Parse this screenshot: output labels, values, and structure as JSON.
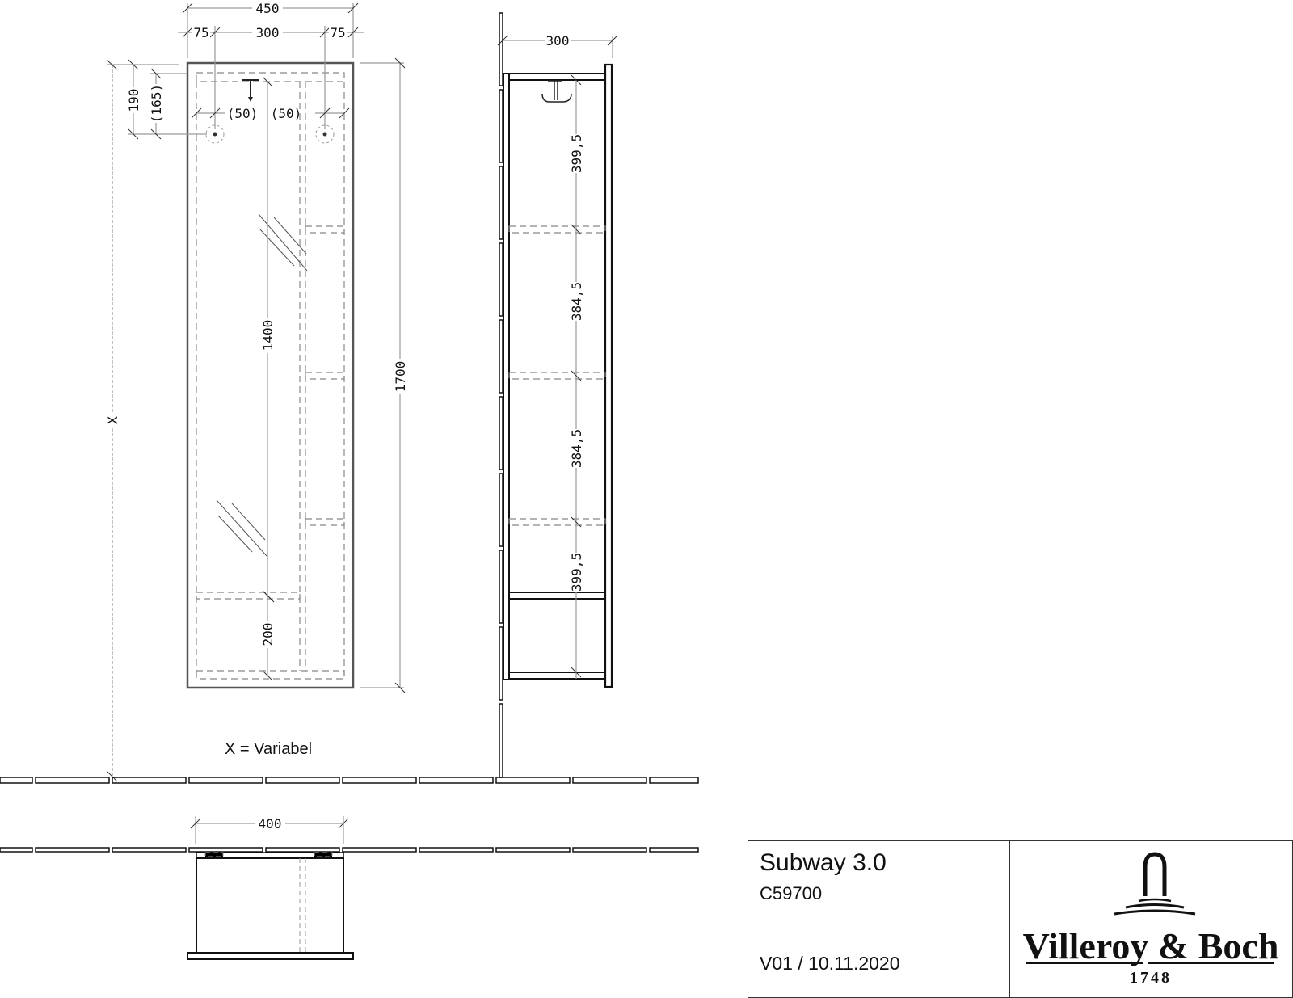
{
  "front_view": {
    "overall_width": "450",
    "side_margin_left": "75",
    "hole_spacing": "300",
    "side_margin_right": "75",
    "hole_offset_left": "(50)",
    "hole_offset_right": "(50)",
    "top_to_hole": "190",
    "top_to_hole_alt": "(165)",
    "door_height": "1400",
    "bottom_section": "200",
    "overall_height": "1700",
    "mount_height_label": "X"
  },
  "side_view": {
    "depth": "300",
    "shelf_spacings": [
      "399,5",
      "384,5",
      "384,5",
      "399,5"
    ]
  },
  "top_view": {
    "width": "400"
  },
  "note": "X = Variabel",
  "title_block": {
    "product_name": "Subway 3.0",
    "product_code": "C59700",
    "version_date": "V01 / 10.11.2020",
    "brand_name": "Villeroy & Boch",
    "brand_year": "1748"
  },
  "colors": {
    "line": "#111111",
    "dimension_line": "#9a9a9a",
    "hidden_line": "#8c8c8c",
    "background": "#ffffff"
  }
}
